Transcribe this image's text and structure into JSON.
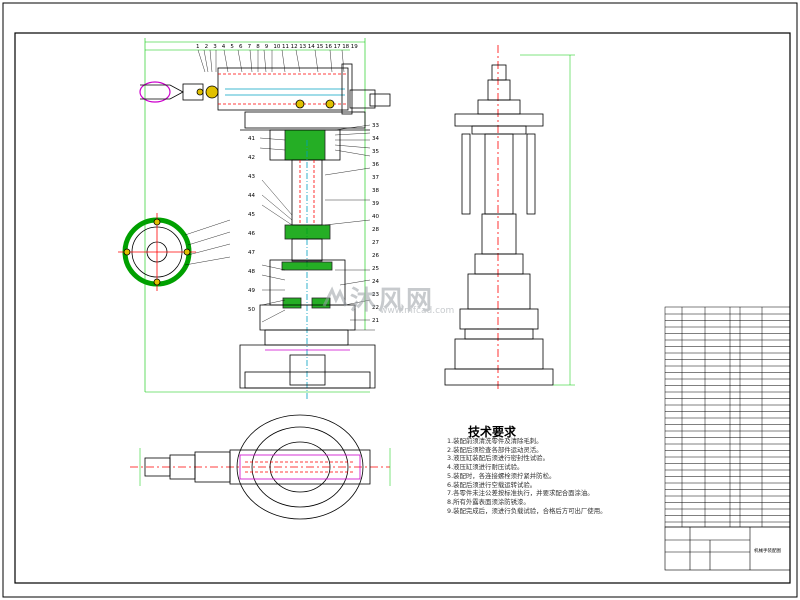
{
  "technical_requirements": {
    "title": "技术要求",
    "items": [
      "1.装配前须清洗零件及清除毛刺。",
      "2.装配后须检查各部件运动灵活。",
      "3.液压缸装配后须进行密封性试验。",
      "4.液压缸须进行耐压试验。",
      "5.装配时，各连接螺栓须拧紧并防松。",
      "6.装配后须进行空载运转试验。",
      "7.各零件未注公差按标准执行，并要求配合面涂油。",
      "8.所有外露表面须涂防锈漆。",
      "9.装配完成后，须进行负载试验，合格后方可出厂使用。"
    ]
  },
  "watermark": {
    "brand": "沐风网",
    "url": "www.mfcad.com"
  },
  "callouts_top": [
    "1",
    "2",
    "3",
    "4",
    "5",
    "6",
    "7",
    "8",
    "9",
    "10",
    "11",
    "12",
    "13",
    "14",
    "15",
    "16",
    "17",
    "18",
    "19"
  ],
  "callouts_right": [
    "33",
    "34",
    "35",
    "36",
    "37",
    "38",
    "39",
    "40",
    "28",
    "27",
    "26",
    "25",
    "24",
    "23",
    "22",
    "21"
  ],
  "callouts_left": [
    "41",
    "42",
    "43",
    "44",
    "45",
    "46",
    "47",
    "48",
    "49",
    "50"
  ],
  "title_block": {
    "drawing_name": "机械手装配图"
  },
  "colors": {
    "line": "#000000",
    "dim": "#00c800",
    "hidden": "#ff0000",
    "magenta": "#cc00cc",
    "cyan": "#00a0c0"
  }
}
